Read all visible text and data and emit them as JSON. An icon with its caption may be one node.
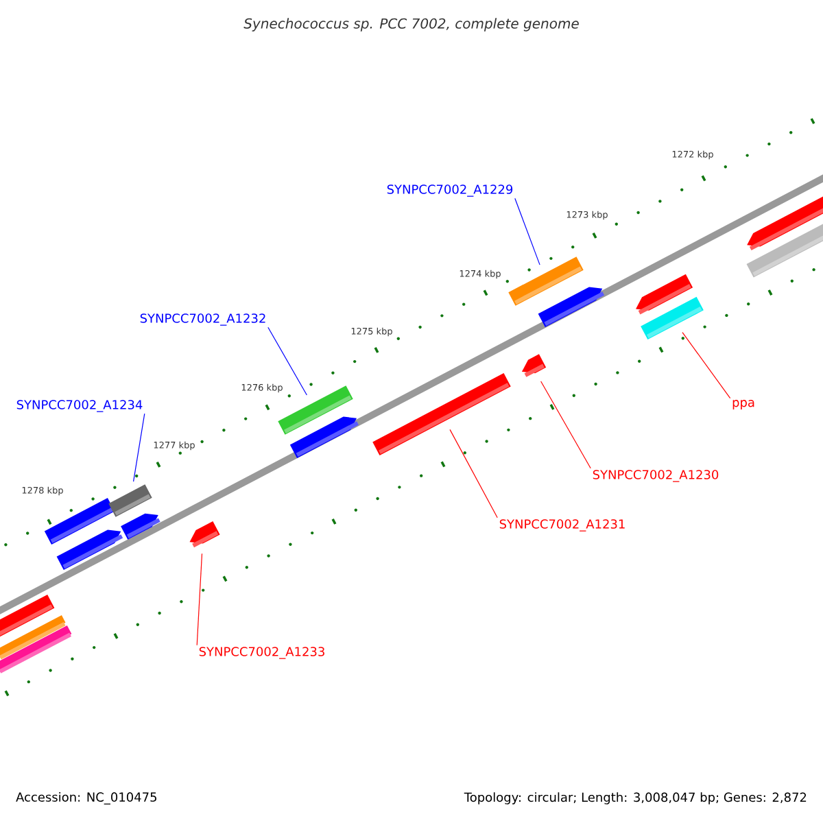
{
  "diagram": {
    "title": "Synechococcus sp. PCC 7002, complete genome",
    "nodes": [
      {
        "text": [
          "SYNPCC7002_A1229"
        ]
      },
      {
        "text": [
          "SYNPCC7002_A1232"
        ]
      },
      {
        "text": [
          "SYNPCC7002_A1234"
        ]
      },
      {
        "text": [
          "ppa"
        ]
      },
      {
        "text": [
          "SYNPCC7002_A1230"
        ]
      },
      {
        "text": [
          "SYNPCC7002_A1231"
        ]
      },
      {
        "text": [
          "SYNPCC7002_A1233"
        ]
      },
      {
        "text": [],
        "shape": "bar"
      },
      {
        "text": [],
        "shape": "bar"
      },
      {
        "text": [],
        "shape": "bar"
      },
      {
        "text": [],
        "shape": "bar"
      },
      {
        "text": [],
        "shape": "bar"
      },
      {
        "text": [],
        "shape": "bar"
      },
      {
        "text": [],
        "shape": "bar"
      }
    ],
    "edges": [
      {
        "from": 0,
        "to": 12,
        "arrow": "none",
        "color": "#0000ff"
      },
      {
        "from": 1,
        "to": 9,
        "arrow": "none",
        "color": "#0000ff"
      },
      {
        "from": 2,
        "to": 7,
        "arrow": "none",
        "color": "#0000ff"
      },
      {
        "from": 3,
        "to": 13,
        "arrow": "none"
      },
      {
        "from": 4,
        "to": 11,
        "arrow": "none"
      },
      {
        "from": 5,
        "to": 10,
        "arrow": "none"
      },
      {
        "from": 6,
        "to": 8,
        "arrow": "none"
      }
    ],
    "labels": [
      "1272 kbp",
      "1273 kbp",
      "1274 kbp",
      "1275 kbp",
      "1276 kbp",
      "1277 kbp",
      "1278 kbp",
      "Accession: NC_010475",
      "Topology: circular; Length: 3,008,047 bp; Genes: 2,872"
    ]
  }
}
